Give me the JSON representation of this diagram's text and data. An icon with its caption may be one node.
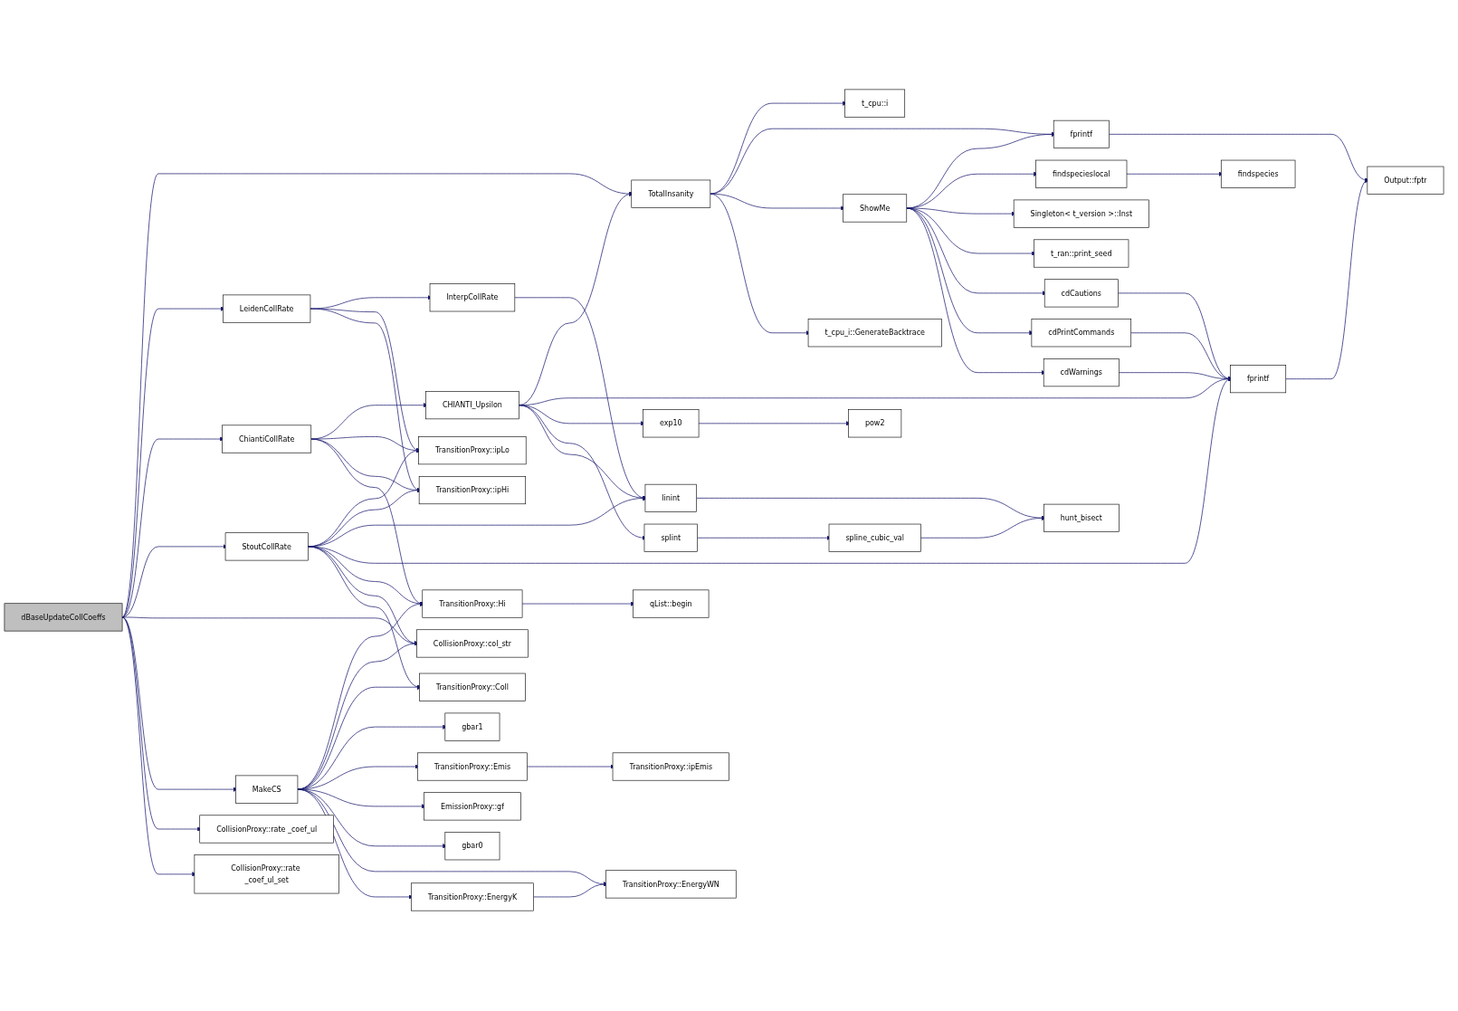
{
  "diagram": {
    "nodes": [
      {
        "text": [
          "dBaseUpdateCollCoeffs"
        ]
      },
      {
        "text": [
          "LeidenCollRate"
        ]
      },
      {
        "text": [
          "ChiantiCollRate"
        ]
      },
      {
        "text": [
          "StoutCollRate"
        ]
      },
      {
        "text": [
          "MakeCS"
        ]
      },
      {
        "text": [
          "CollisionProxy::rate _coef_ul"
        ]
      },
      {
        "text": [
          "CollisionProxy::rate _coef_ul_set"
        ]
      },
      {
        "text": [
          "TotalInsanity"
        ]
      },
      {
        "text": [
          "CHIANTI_Upsilon"
        ]
      },
      {
        "text": [
          "InterpCollRate"
        ]
      },
      {
        "text": [
          "TransitionProxy::ipLo"
        ]
      },
      {
        "text": [
          "TransitionProxy::ipHi"
        ]
      },
      {
        "text": [
          "TransitionProxy::Hi"
        ]
      },
      {
        "text": [
          "CollisionProxy::col_str"
        ]
      },
      {
        "text": [
          "TransitionProxy::Coll"
        ]
      },
      {
        "text": [
          "gbar1"
        ]
      },
      {
        "text": [
          "TransitionProxy::Emis"
        ]
      },
      {
        "text": [
          "EmissionProxy::gf"
        ]
      },
      {
        "text": [
          "gbar0"
        ]
      },
      {
        "text": [
          "TransitionProxy::EnergyWN"
        ]
      },
      {
        "text": [
          "TransitionProxy::EnergyK"
        ]
      },
      {
        "text": [
          "t_cpu::i"
        ]
      },
      {
        "text": [
          "ShowMe"
        ]
      },
      {
        "text": [
          "t_cpu_i::GenerateBacktrace"
        ]
      },
      {
        "text": [
          "exp10"
        ]
      },
      {
        "text": [
          "splint"
        ]
      },
      {
        "text": [
          "linint"
        ]
      },
      {
        "text": [
          "qList::begin"
        ]
      },
      {
        "text": [
          "TransitionProxy::ipEmis"
        ]
      },
      {
        "text": [
          "fprintf"
        ]
      },
      {
        "text": [
          "findspecieslocal"
        ]
      },
      {
        "text": [
          "Singleton< t_version >::Inst"
        ]
      },
      {
        "text": [
          "t_ran::print_seed"
        ]
      },
      {
        "text": [
          "cdCautions"
        ]
      },
      {
        "text": [
          "cdPrintCommands"
        ]
      },
      {
        "text": [
          "cdWarnings"
        ]
      },
      {
        "text": [
          "pow2"
        ]
      },
      {
        "text": [
          "spline_cubic_val"
        ]
      },
      {
        "text": [
          "findspecies"
        ]
      },
      {
        "text": [
          "fprintf"
        ]
      },
      {
        "text": [
          "hunt_bisect"
        ]
      },
      {
        "text": [
          "Output::fptr"
        ]
      }
    ],
    "edges": [
      {
        "from": 0,
        "to": 7,
        "arrow": "to"
      },
      {
        "from": 0,
        "to": 1,
        "arrow": "to"
      },
      {
        "from": 0,
        "to": 2,
        "arrow": "to"
      },
      {
        "from": 0,
        "to": 3,
        "arrow": "to"
      },
      {
        "from": 0,
        "to": 13,
        "arrow": "to"
      },
      {
        "from": 0,
        "to": 4,
        "arrow": "to"
      },
      {
        "from": 0,
        "to": 5,
        "arrow": "to"
      },
      {
        "from": 0,
        "to": 6,
        "arrow": "to"
      },
      {
        "from": 1,
        "to": 9,
        "arrow": "to"
      },
      {
        "from": 1,
        "to": 10,
        "arrow": "to"
      },
      {
        "from": 1,
        "to": 11,
        "arrow": "to"
      },
      {
        "from": 2,
        "to": 8,
        "arrow": "to"
      },
      {
        "from": 2,
        "to": 10,
        "arrow": "to"
      },
      {
        "from": 2,
        "to": 11,
        "arrow": "to"
      },
      {
        "from": 2,
        "to": 12,
        "arrow": "to"
      },
      {
        "from": 3,
        "to": 10,
        "arrow": "to"
      },
      {
        "from": 3,
        "to": 11,
        "arrow": "to"
      },
      {
        "from": 3,
        "to": 26,
        "arrow": "to"
      },
      {
        "from": 3,
        "to": 39,
        "arrow": "to"
      },
      {
        "from": 3,
        "to": 12,
        "arrow": "to"
      },
      {
        "from": 3,
        "to": 13,
        "arrow": "to"
      },
      {
        "from": 3,
        "to": 14,
        "arrow": "to"
      },
      {
        "from": 4,
        "to": 12,
        "arrow": "to"
      },
      {
        "from": 4,
        "to": 13,
        "arrow": "to"
      },
      {
        "from": 4,
        "to": 14,
        "arrow": "to"
      },
      {
        "from": 4,
        "to": 15,
        "arrow": "to"
      },
      {
        "from": 4,
        "to": 16,
        "arrow": "to"
      },
      {
        "from": 4,
        "to": 17,
        "arrow": "to"
      },
      {
        "from": 4,
        "to": 18,
        "arrow": "to"
      },
      {
        "from": 4,
        "to": 19,
        "arrow": "to"
      },
      {
        "from": 4,
        "to": 20,
        "arrow": "to"
      },
      {
        "from": 7,
        "to": 21,
        "arrow": "to"
      },
      {
        "from": 7,
        "to": 29,
        "arrow": "to"
      },
      {
        "from": 7,
        "to": 22,
        "arrow": "to"
      },
      {
        "from": 7,
        "to": 23,
        "arrow": "to"
      },
      {
        "from": 8,
        "to": 7,
        "arrow": "to"
      },
      {
        "from": 8,
        "to": 39,
        "arrow": "to"
      },
      {
        "from": 8,
        "to": 24,
        "arrow": "to"
      },
      {
        "from": 8,
        "to": 25,
        "arrow": "to"
      },
      {
        "from": 8,
        "to": 26,
        "arrow": "to"
      },
      {
        "from": 9,
        "to": 26,
        "arrow": "to"
      },
      {
        "from": 12,
        "to": 27,
        "arrow": "to"
      },
      {
        "from": 16,
        "to": 28,
        "arrow": "to"
      },
      {
        "from": 20,
        "to": 19,
        "arrow": "to"
      },
      {
        "from": 22,
        "to": 29,
        "arrow": "to"
      },
      {
        "from": 22,
        "to": 30,
        "arrow": "to"
      },
      {
        "from": 22,
        "to": 31,
        "arrow": "to"
      },
      {
        "from": 22,
        "to": 32,
        "arrow": "to"
      },
      {
        "from": 22,
        "to": 33,
        "arrow": "to"
      },
      {
        "from": 22,
        "to": 34,
        "arrow": "to"
      },
      {
        "from": 22,
        "to": 35,
        "arrow": "to"
      },
      {
        "from": 24,
        "to": 36,
        "arrow": "to"
      },
      {
        "from": 25,
        "to": 37,
        "arrow": "to"
      },
      {
        "from": 26,
        "to": 40,
        "arrow": "to"
      },
      {
        "from": 29,
        "to": 41,
        "arrow": "to"
      },
      {
        "from": 30,
        "to": 38,
        "arrow": "to"
      },
      {
        "from": 33,
        "to": 39,
        "arrow": "to"
      },
      {
        "from": 34,
        "to": 39,
        "arrow": "to"
      },
      {
        "from": 35,
        "to": 39,
        "arrow": "to"
      },
      {
        "from": 37,
        "to": 40,
        "arrow": "to"
      },
      {
        "from": 39,
        "to": 41,
        "arrow": "to"
      }
    ]
  }
}
